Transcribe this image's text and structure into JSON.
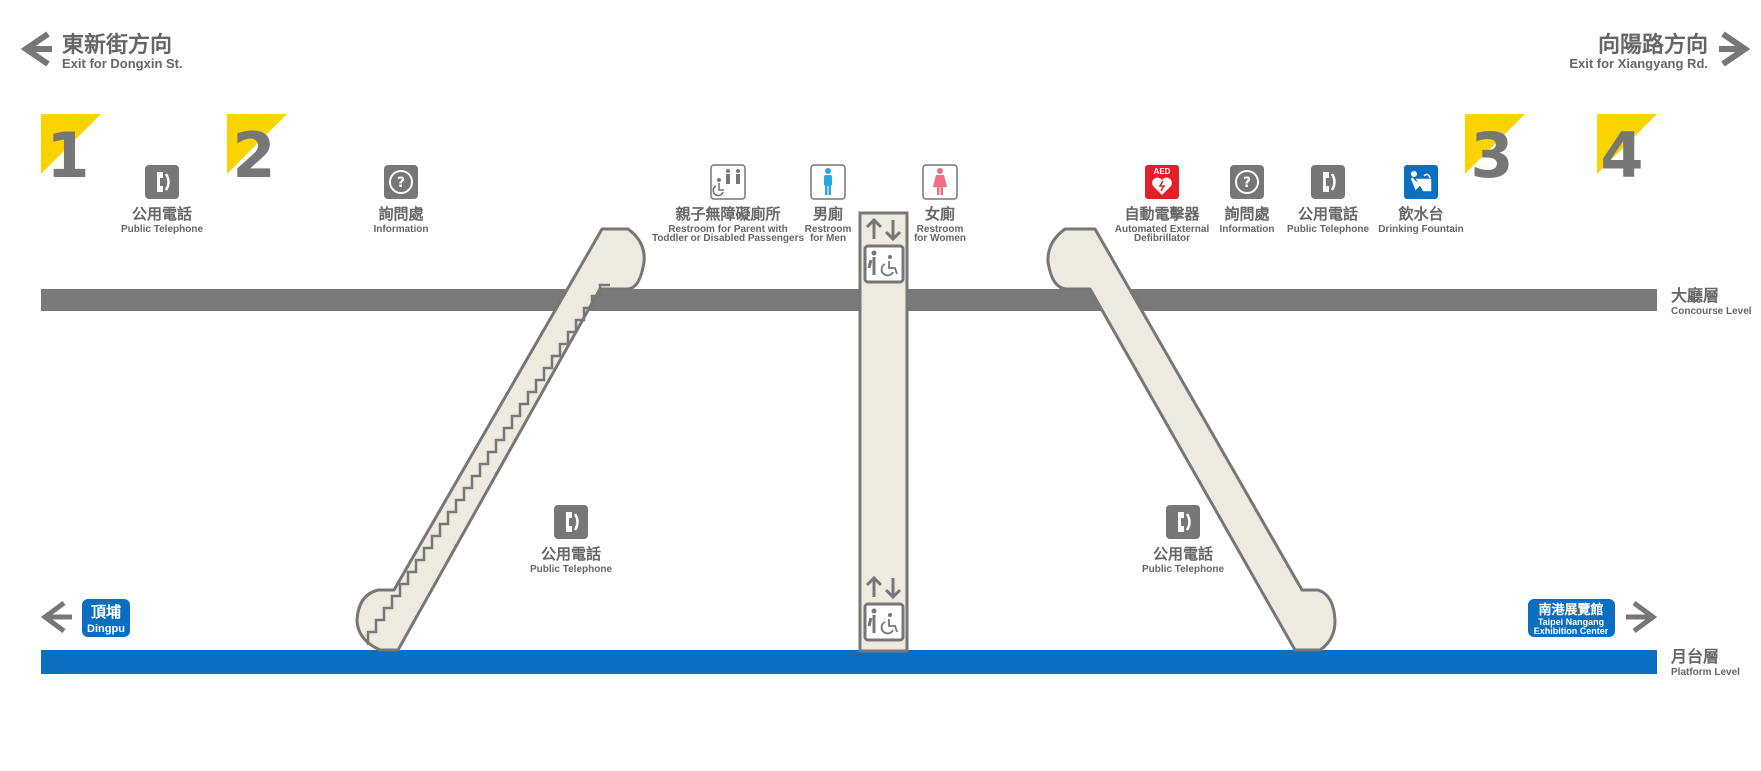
{
  "exits": {
    "left": {
      "zh": "東新街方向",
      "en": "Exit for Dongxin St."
    },
    "right": {
      "zh": "向陽路方向",
      "en": "Exit for Xiangyang Rd."
    },
    "numbers": [
      "1",
      "2",
      "3",
      "4"
    ]
  },
  "levels": {
    "concourse": {
      "zh": "大廳層",
      "en": "Concourse Level"
    },
    "platform": {
      "zh": "月台層",
      "en": "Platform Level"
    }
  },
  "facilities": {
    "phone_1": {
      "zh": "公用電話",
      "en": "Public Telephone"
    },
    "info_1": {
      "zh": "詢問處",
      "en": "Information"
    },
    "family_restroom": {
      "zh": "親子無障礙廁所",
      "en_line1": "Restroom for Parent with",
      "en_line2": "Toddler or Disabled Passengers"
    },
    "mens_restroom": {
      "zh": "男廁",
      "en_line1": "Restroom",
      "en_line2": "for Men"
    },
    "womens_restroom": {
      "zh": "女廁",
      "en_line1": "Restroom",
      "en_line2": "for Women"
    },
    "aed": {
      "zh": "自動電擊器",
      "en_line1": "Automated External",
      "en_line2": "Defibrillator",
      "icon_text": "AED"
    },
    "info_2": {
      "zh": "詢問處",
      "en": "Information"
    },
    "phone_2": {
      "zh": "公用電話",
      "en": "Public Telephone"
    },
    "drinking_fountain": {
      "zh": "飲水台",
      "en": "Drinking Fountain"
    },
    "phone_3": {
      "zh": "公用電話",
      "en": "Public Telephone"
    },
    "phone_4": {
      "zh": "公用電話",
      "en": "Public Telephone"
    }
  },
  "directions": {
    "left": {
      "zh": "頂埔",
      "en": "Dingpu"
    },
    "right": {
      "zh": "南港展覽館",
      "en_line1": "Taipei Nangang",
      "en_line2": "Exhibition Center"
    }
  },
  "colors": {
    "concourse_bar": "#7a7a7a",
    "platform_bar": "#0a6fc1",
    "exit_yellow": "#fbd400",
    "aed_red": "#e41e26",
    "fountain_blue": "#0a6fc1",
    "men_blue": "#29a8e0",
    "women_pink": "#ef6f82",
    "escalator_fill": "#edebdf"
  }
}
